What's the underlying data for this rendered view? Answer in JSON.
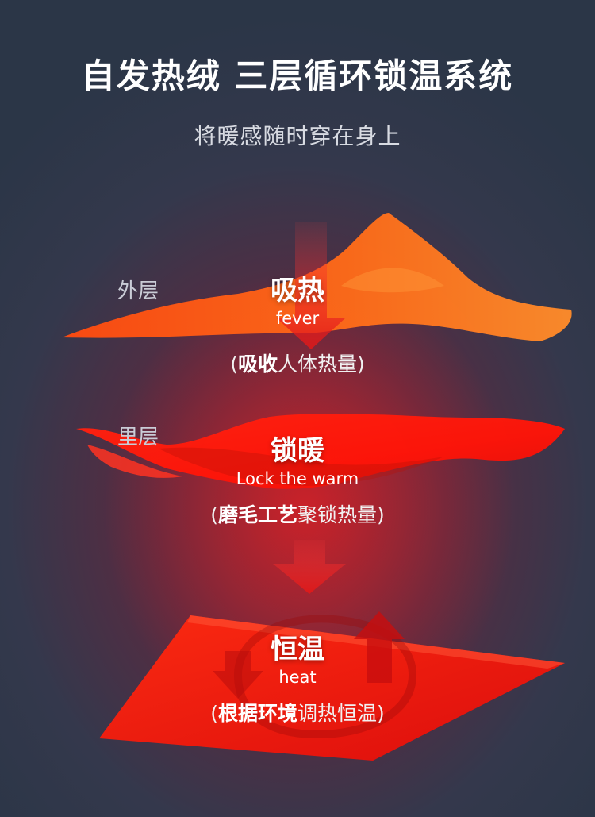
{
  "header": {
    "title": "自发热绒 三层循环锁温系统",
    "subtitle": "将暖感随时穿在身上"
  },
  "layers": {
    "outer": {
      "label": "外层",
      "name_cn": "吸热",
      "name_en": "fever",
      "desc_open": "(",
      "desc_bold": "吸收",
      "desc_normal": "人体热量",
      "desc_close": ")"
    },
    "inner": {
      "label": "里层",
      "name_cn": "锁暖",
      "name_en": "Lock the warm",
      "desc_open": "(",
      "desc_bold": "磨毛工艺",
      "desc_normal": "聚锁热量",
      "desc_close": ")"
    },
    "base": {
      "name_cn": "恒温",
      "name_en": "heat",
      "desc_open": "(",
      "desc_bold": "根据环境",
      "desc_normal": "调热恒温",
      "desc_close": ")"
    }
  },
  "colors": {
    "outer_layer": "#ff5a10",
    "inner_layer": "#ff1a10",
    "base_layer": "#ff1a0a",
    "background": "#2b3647"
  }
}
